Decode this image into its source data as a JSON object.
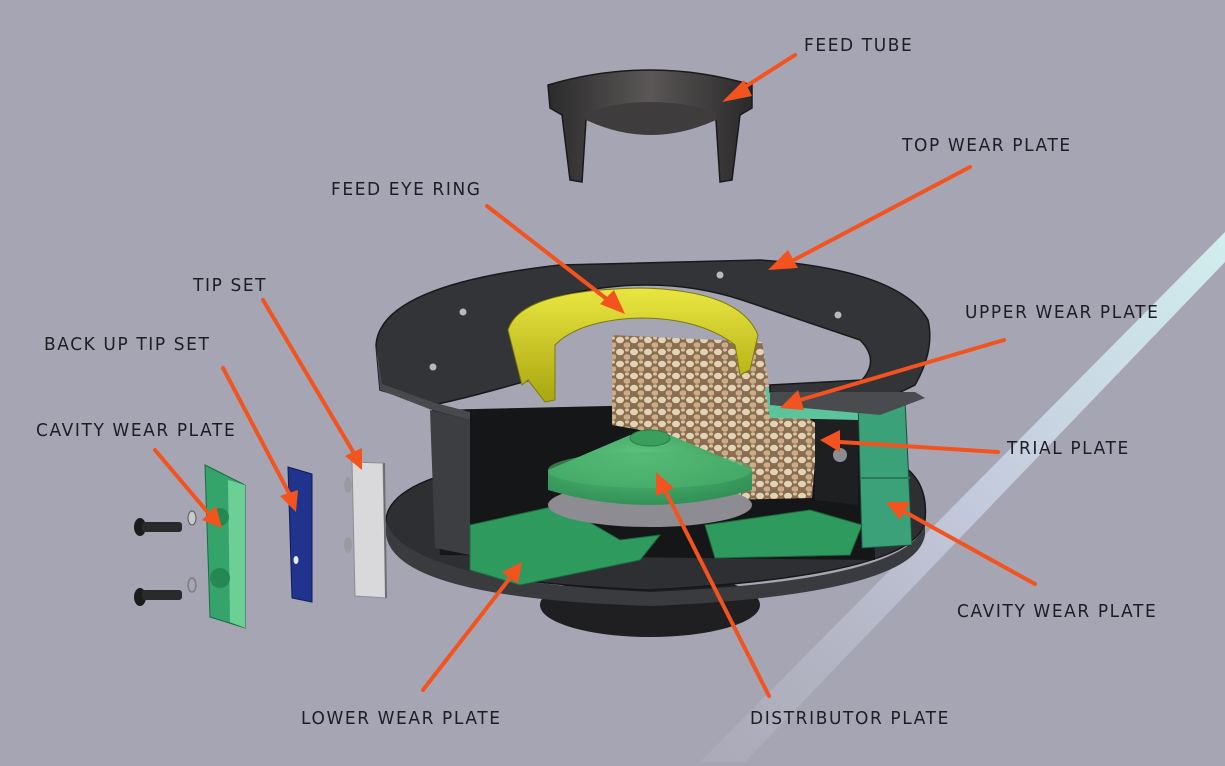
{
  "diagram": {
    "subject": "Exploded cut-away view of a crusher rotor assembly",
    "colors": {
      "background": "#a6a5b3",
      "arrow": "#f2531f",
      "body": "#2c2d30",
      "feed_eye_ring": "#d8d21e",
      "wear_parts": "#2f9a5e",
      "tip_set": "#d9d9dc",
      "back_up_tip_set": "#1e2f86",
      "rock_fill": "#b89c78",
      "stripe": "#cfe9ee"
    },
    "labels": {
      "feed_tube": "FEED TUBE",
      "top_wear_plate": "TOP WEAR PLATE",
      "feed_eye_ring": "FEED EYE RING",
      "tip_set": "TIP SET",
      "back_up_tip_set": "BACK UP TIP SET",
      "cavity_wear_plate_left": "CAVITY WEAR PLATE",
      "upper_wear_plate": "UPPER WEAR PLATE",
      "trial_plate": "TRIAL PLATE",
      "cavity_wear_plate_right": "CAVITY WEAR PLATE",
      "lower_wear_plate": "LOWER WEAR PLATE",
      "distributor_plate": "DISTRIBUTOR PLATE"
    }
  }
}
